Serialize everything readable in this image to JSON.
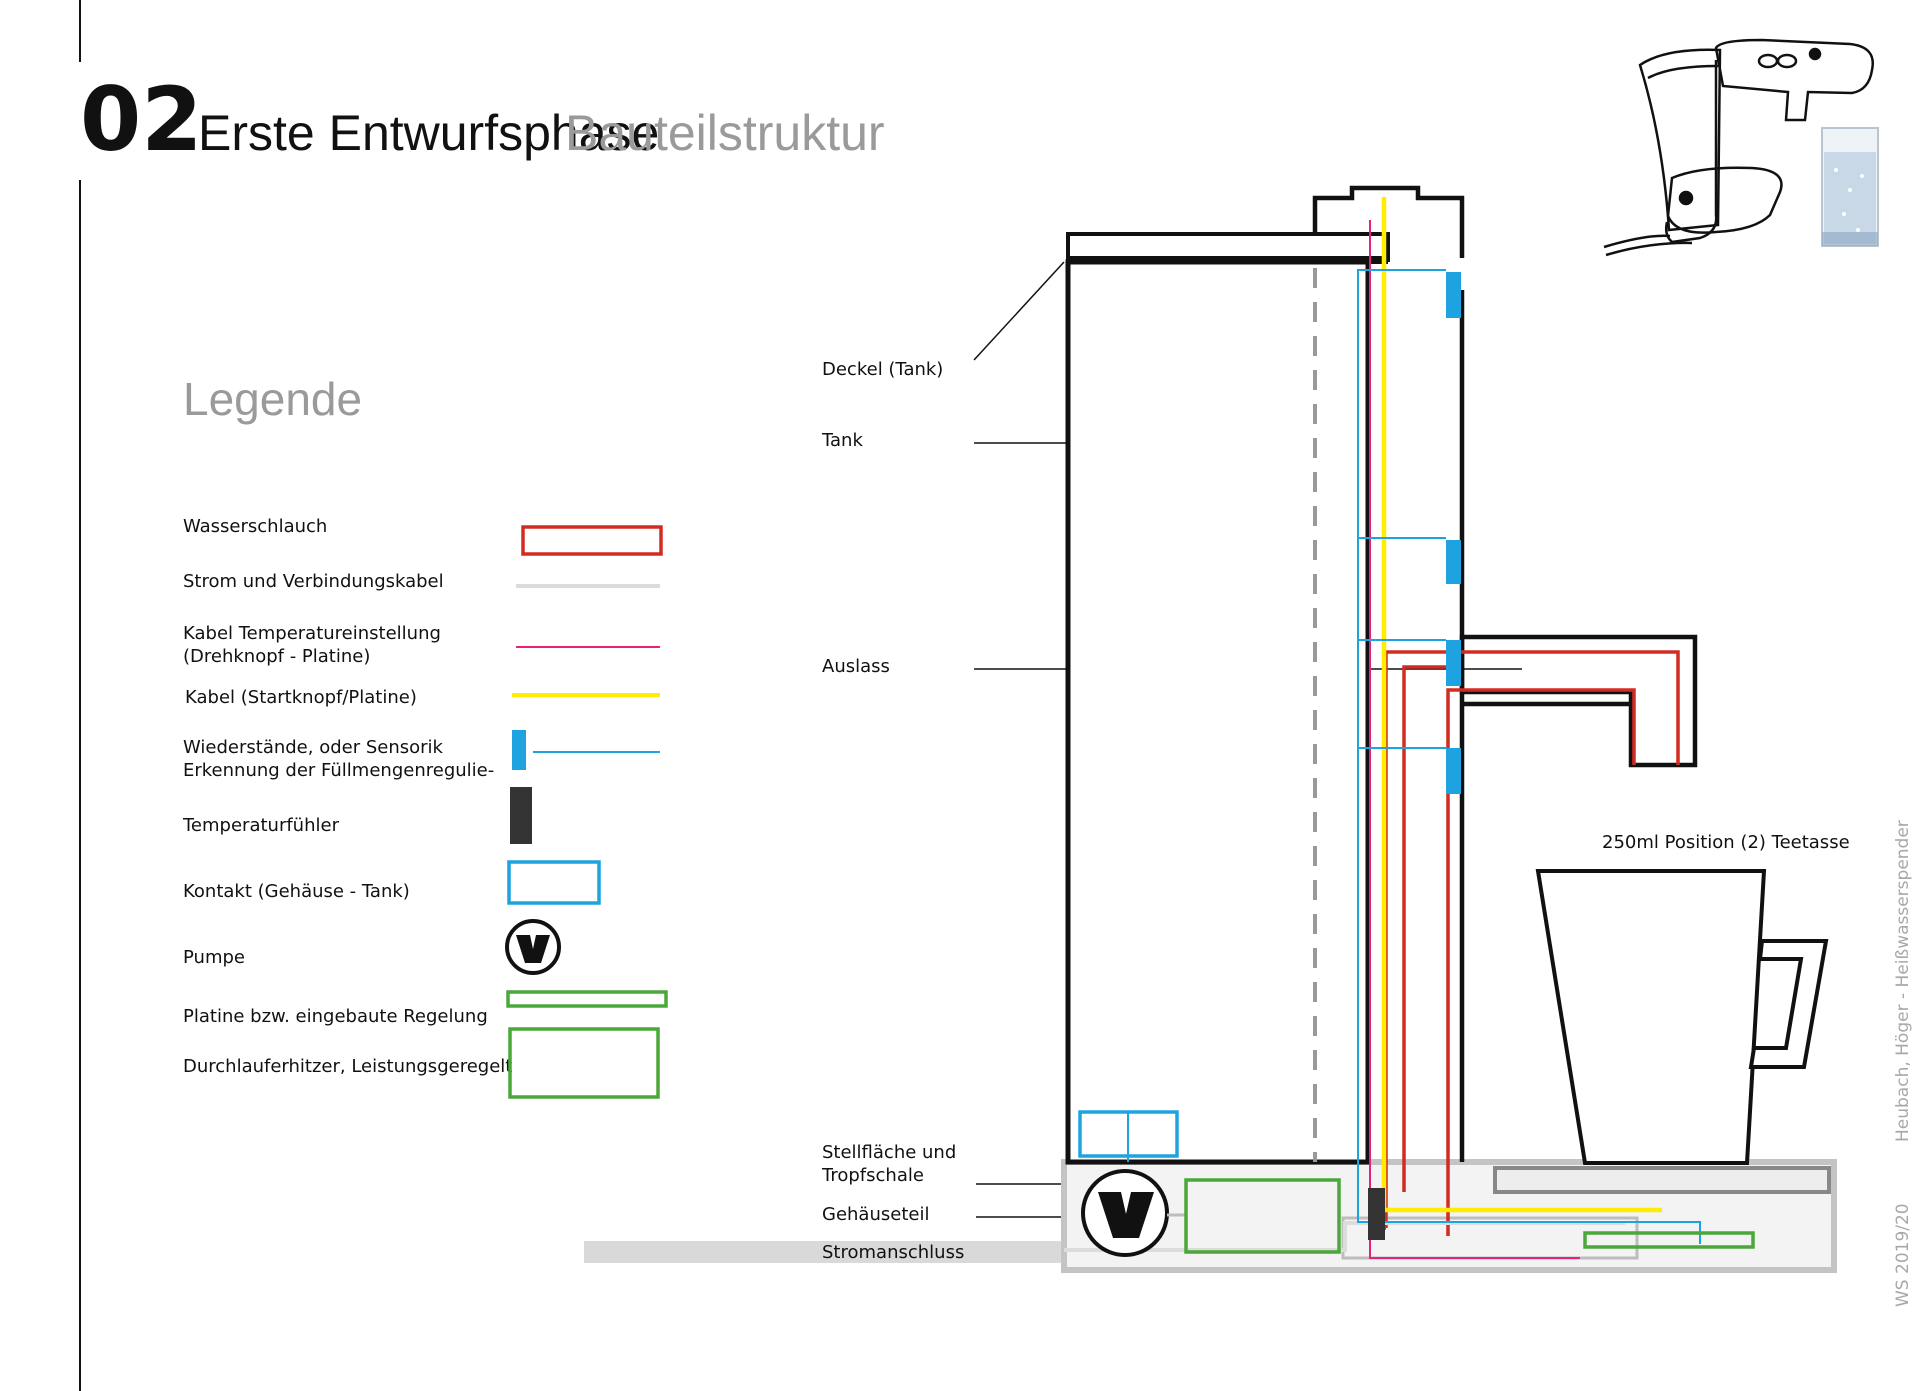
{
  "header": {
    "number": "02",
    "title": "Erste Entwurfsphase",
    "subtitle": "Bauteilstruktur"
  },
  "legend": {
    "title": "Legende",
    "items": [
      {
        "label": "Wasserschlauch",
        "symbol": "red-frame",
        "color": "#d22b22"
      },
      {
        "label": "Strom und Verbindungskabel",
        "symbol": "grey-line",
        "color": "#dcdcdc"
      },
      {
        "label_lines": [
          "Kabel Temperatureinstellung",
          "(Drehknopf - Platine)"
        ],
        "symbol": "magenta-line",
        "color": "#e8207e"
      },
      {
        "label": "Kabel (Startknopf/Platine)",
        "symbol": "yellow-line",
        "color": "#ffec00"
      },
      {
        "label_lines": [
          "Wiederstände, oder Sensorik",
          "Erkennung der Füllmengenregulie-"
        ],
        "symbol": "blue-sensor",
        "color": "#1fa3e0"
      },
      {
        "label": "Temperaturfühler",
        "symbol": "dark-bar",
        "color": "#333333"
      },
      {
        "label": "Kontakt (Gehäuse - Tank)",
        "symbol": "blue-frame",
        "color": "#1fa3e0"
      },
      {
        "label": "Pumpe",
        "symbol": "pump-icon",
        "color": "#111111"
      },
      {
        "label": "Platine bzw. eingebaute Regelung",
        "symbol": "green-thin-frame",
        "color": "#4aa83a"
      },
      {
        "label": "Durchlauferhitzer, Leistungsgeregelt",
        "symbol": "green-frame",
        "color": "#4aa83a"
      }
    ]
  },
  "callouts": {
    "deckel": "Deckel (Tank)",
    "tank": "Tank",
    "auslass": "Auslass",
    "stellflaeche": [
      "Stellfläche und",
      "Tropfschale"
    ],
    "gehaeuseteil": "Gehäuseteil",
    "stromanschluss": "Stromanschluss",
    "cup": "250ml  Position (2) Teetasse"
  },
  "sidebar": {
    "authors": "Heubach, Höger - Heißwasserspender",
    "semester": "WS 2019/20"
  },
  "colors": {
    "water": "#d22b22",
    "power": "#dcdcdc",
    "temp_cable": "#e8207e",
    "start_cable": "#ffec00",
    "sensor": "#1fa3e0",
    "board": "#4aa83a",
    "outline": "#111111",
    "muted": "#9a9a9a"
  }
}
